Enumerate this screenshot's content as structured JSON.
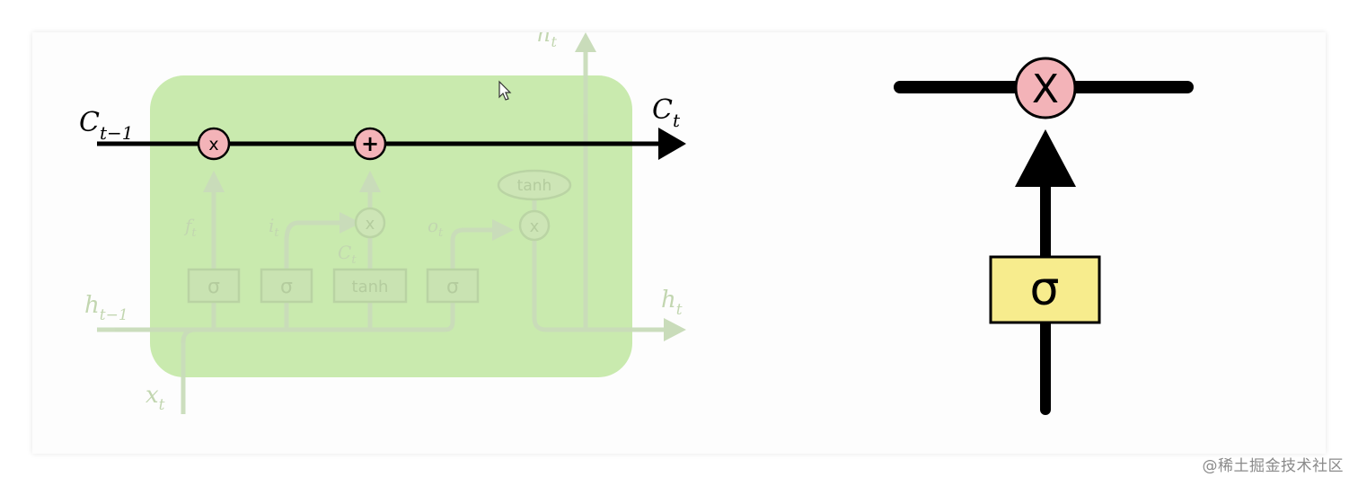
{
  "lstm": {
    "cell_state_in": "C",
    "cell_state_in_sub": "t−1",
    "cell_state_out": "C",
    "cell_state_out_sub": "t",
    "hidden_in": "h",
    "hidden_in_sub": "t−1",
    "hidden_out": "h",
    "hidden_out_sub": "t",
    "hidden_top": "h",
    "hidden_top_sub": "t",
    "input": "x",
    "input_sub": "t",
    "forget_label": "f",
    "forget_sub": "t",
    "input_gate_label": "i",
    "input_gate_sub": "t",
    "candidate_label": "C",
    "candidate_sub": "t",
    "output_gate_label": "o",
    "output_gate_sub": "t",
    "op_mul": "x",
    "op_add": "+",
    "gate_sigma": "σ",
    "gate_tanh": "tanh",
    "tanh_oval": "tanh"
  },
  "gate_detail": {
    "op_mul": "X",
    "gate_sigma": "σ"
  },
  "watermark": "@稀土掘金技术社区",
  "colors": {
    "cell_green": "#bfe6a0",
    "faded_line": "#c6ddb4",
    "pointwise_pink": "#f3b3b8",
    "sigma_yellow": "#f7ec8d",
    "main_line": "#000000"
  }
}
